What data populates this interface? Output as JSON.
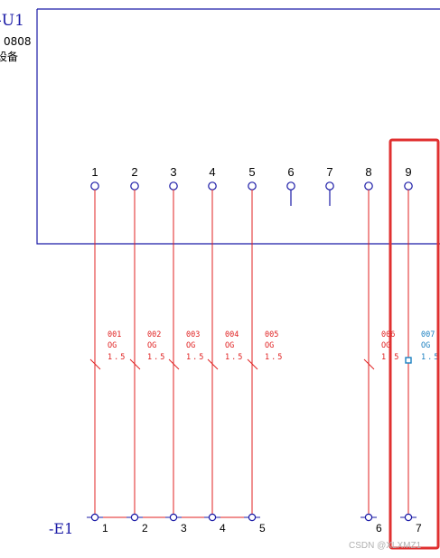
{
  "colors": {
    "frame": "#1a1aa6",
    "wire": "#e02020",
    "wire_selected": "#1a7fc0",
    "pin": "#1a1aa6",
    "highlight": "#e03030",
    "text": "#000000",
    "label": "#1a1aa6",
    "watermark": "#b0b0b0"
  },
  "device": {
    "tag": "-U1",
    "line1": "0808",
    "line2": "设备"
  },
  "terminal_strip": {
    "tag": "-E1"
  },
  "device_pins": [
    "1",
    "2",
    "3",
    "4",
    "5",
    "6",
    "7",
    "8",
    "9"
  ],
  "wires": [
    {
      "id": "001",
      "type": "OG",
      "size": "1.5"
    },
    {
      "id": "002",
      "type": "OG",
      "size": "1.5"
    },
    {
      "id": "003",
      "type": "OG",
      "size": "1.5"
    },
    {
      "id": "004",
      "type": "OG",
      "size": "1.5"
    },
    {
      "id": "005",
      "type": "OG",
      "size": "1.5"
    },
    {
      "id": "006",
      "type": "OG",
      "size": "1.5"
    },
    {
      "id": "007",
      "type": "OG",
      "size": "1.5"
    }
  ],
  "terminals": [
    "1",
    "2",
    "3",
    "4",
    "5",
    "6",
    "7"
  ],
  "watermark": "CSDN @XLXMZ1"
}
